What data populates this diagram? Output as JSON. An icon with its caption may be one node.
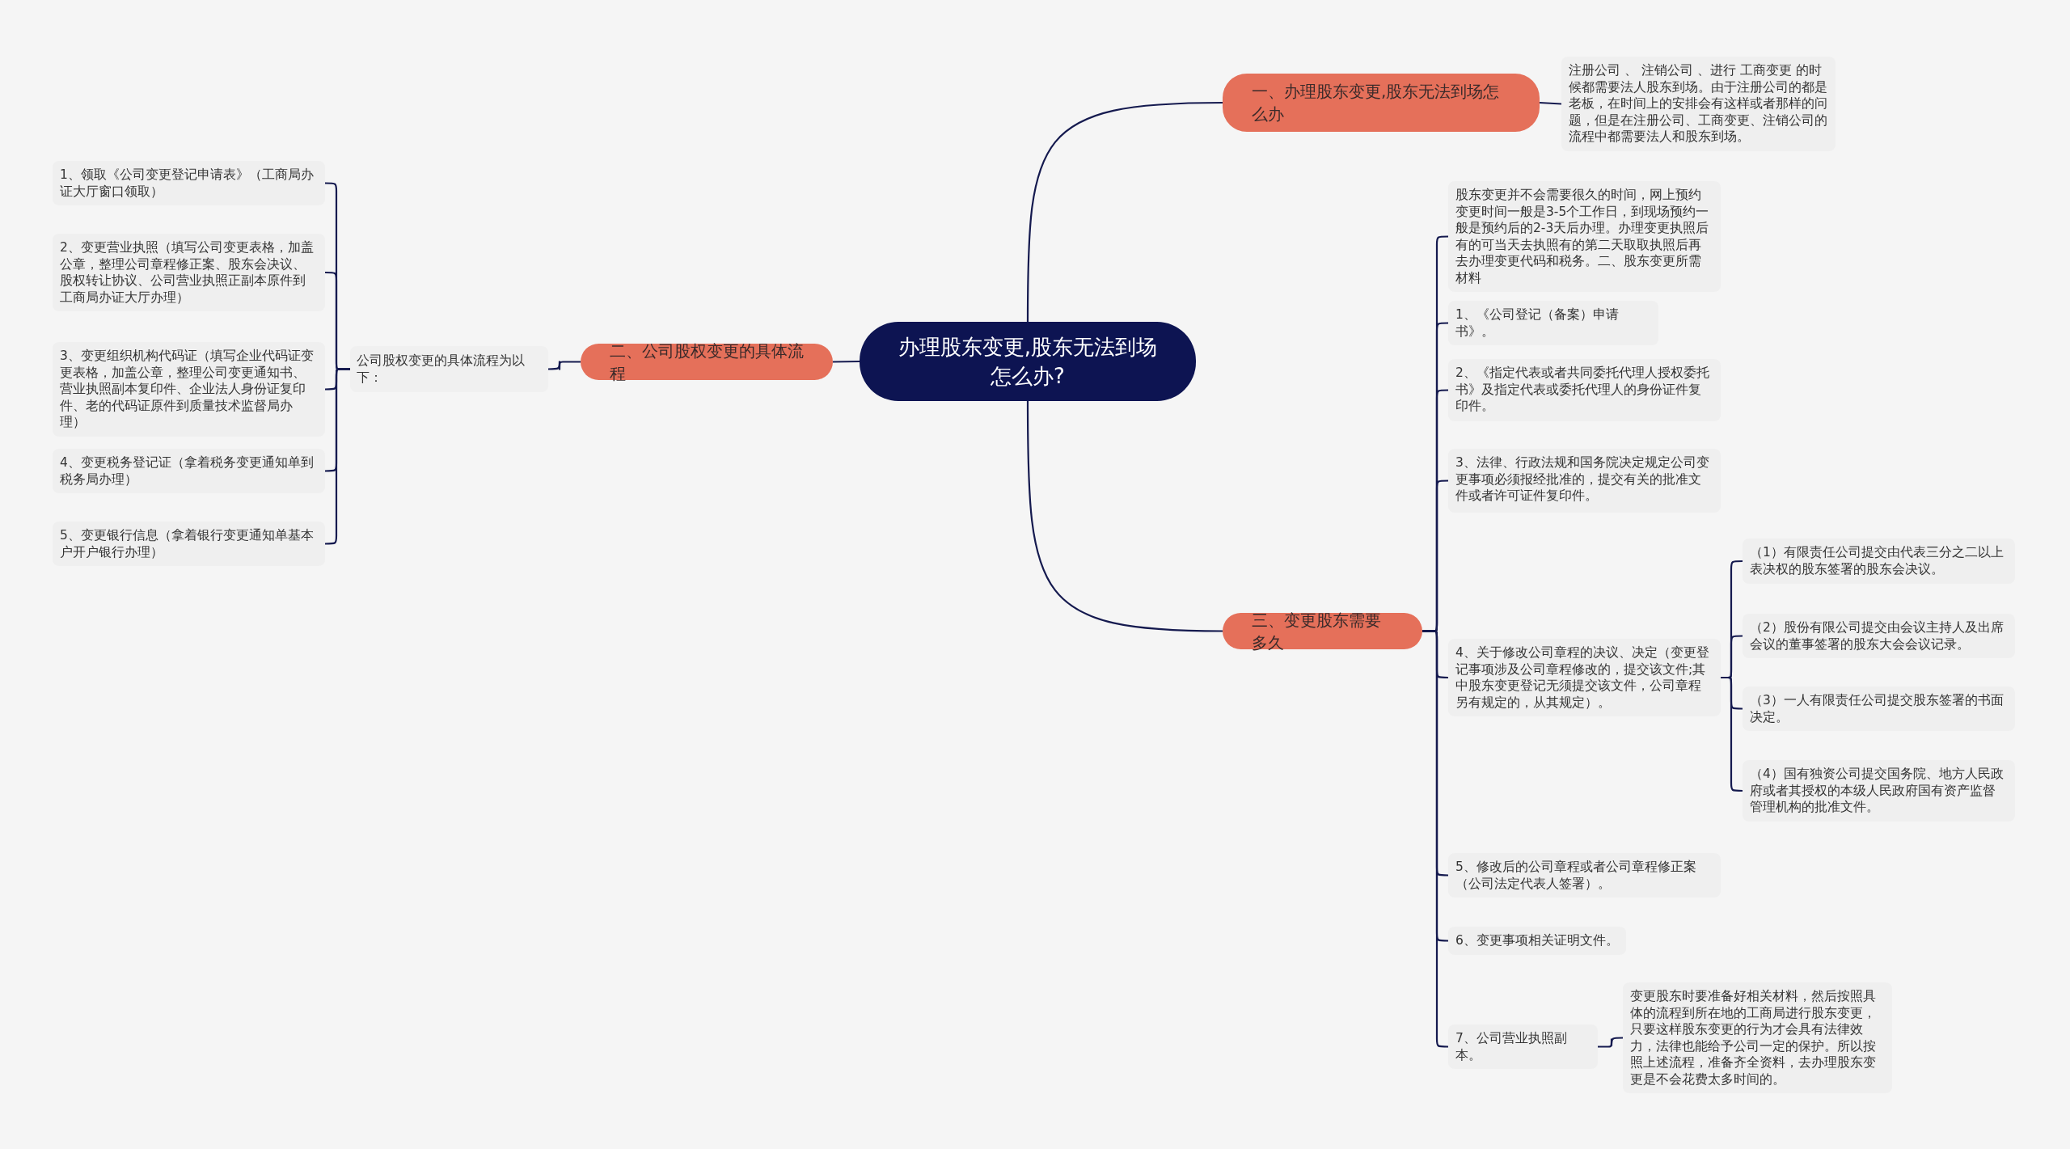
{
  "diagram": {
    "nodes": [
      {
        "text": [
          "办理股东变更,股东无法到场怎么办?"
        ]
      },
      {
        "text": [
          "一、办理股东变更,股东无法到场怎么办"
        ]
      },
      {
        "text": [
          "注册公司 、 注销公司 、进行 工商变更 的时候都需要法人股东到场。由于注册公司的都是老板，在时间上的安排会有这样或者那样的问题，但是在注册公司、工商变更、注销公司的流程中都需要法人和股东到场。"
        ]
      },
      {
        "text": [
          "三、变更股东需要多久"
        ]
      },
      {
        "text": [
          "股东变更并不会需要很久的时间，网上预约变更时间一般是3-5个工作日，到现场预约一般是预约后的2-3天后办理。办理变更执照后有的可当天去执照有的第二天取取执照后再去办理变更代码和税务。二、股东变更所需材料"
        ]
      },
      {
        "text": [
          "1、《公司登记（备案）申请书》。"
        ]
      },
      {
        "text": [
          "2、《指定代表或者共同委托代理人授权委托书》及指定代表或委托代理人的身份证件复印件。"
        ]
      },
      {
        "text": [
          "3、法律、行政法规和国务院决定规定公司变更事项必须报经批准的，提交有关的批准文件或者许可证件复印件。"
        ]
      },
      {
        "text": [
          "4、关于修改公司章程的决议、决定（变更登记事项涉及公司章程修改的，提交该文件;其中股东变更登记无须提交该文件，公司章程另有规定的，从其规定）。"
        ]
      },
      {
        "text": [
          "（1）有限责任公司提交由代表三分之二以上表决权的股东签署的股东会决议。"
        ]
      },
      {
        "text": [
          "（2）股份有限公司提交由会议主持人及出席会议的董事签署的股东大会会议记录。"
        ]
      },
      {
        "text": [
          "（3）一人有限责任公司提交股东签署的书面决定。"
        ]
      },
      {
        "text": [
          "（4）国有独资公司提交国务院、地方人民政府或者其授权的本级人民政府国有资产监督管理机构的批准文件。"
        ]
      },
      {
        "text": [
          "5、修改后的公司章程或者公司章程修正案（公司法定代表人签署）。"
        ]
      },
      {
        "text": [
          "6、变更事项相关证明文件。"
        ]
      },
      {
        "text": [
          "7、公司营业执照副本。"
        ]
      },
      {
        "text": [
          "变更股东时要准备好相关材料，然后按照具体的流程到所在地的工商局进行股东变更，只要这样股东变更的行为才会具有法律效力，法律也能给予公司一定的保护。所以按照上述流程，准备齐全资料，去办理股东变更是不会花费太多时间的。"
        ]
      },
      {
        "text": [
          "二、公司股权变更的具体流程"
        ]
      },
      {
        "text": [
          "公司股权变更的具体流程为以下："
        ]
      },
      {
        "text": [
          "1、领取《公司变更登记申请表》（工商局办证大厅窗口领取）"
        ]
      },
      {
        "text": [
          "2、变更营业执照（填写公司变更表格，加盖公章，整理公司章程修正案、股东会决议、股权转让协议、公司营业执照正副本原件到工商局办证大厅办理）"
        ]
      },
      {
        "text": [
          "3、变更组织机构代码证（填写企业代码证变更表格，加盖公章，整理公司变更通知书、营业执照副本复印件、企业法人身份证复印件、老的代码证原件到质量技术监督局办理）"
        ]
      },
      {
        "text": [
          "4、变更税务登记证（拿着税务变更通知单到税务局办理）"
        ]
      },
      {
        "text": [
          "5、变更银行信息（拿着银行变更通知单基本户开户银行办理）"
        ]
      }
    ],
    "edges": [
      {
        "from": 0,
        "to": 1,
        "arrow": "none"
      },
      {
        "from": 1,
        "to": 2,
        "arrow": "none"
      },
      {
        "from": 0,
        "to": 3,
        "arrow": "none"
      },
      {
        "from": 3,
        "to": 4,
        "arrow": "none"
      },
      {
        "from": 3,
        "to": 5,
        "arrow": "none"
      },
      {
        "from": 3,
        "to": 6,
        "arrow": "none"
      },
      {
        "from": 3,
        "to": 7,
        "arrow": "none"
      },
      {
        "from": 3,
        "to": 8,
        "arrow": "none"
      },
      {
        "from": 8,
        "to": 9,
        "arrow": "none"
      },
      {
        "from": 8,
        "to": 10,
        "arrow": "none"
      },
      {
        "from": 8,
        "to": 11,
        "arrow": "none"
      },
      {
        "from": 8,
        "to": 12,
        "arrow": "none"
      },
      {
        "from": 3,
        "to": 13,
        "arrow": "none"
      },
      {
        "from": 3,
        "to": 14,
        "arrow": "none"
      },
      {
        "from": 3,
        "to": 15,
        "arrow": "none"
      },
      {
        "from": 15,
        "to": 16,
        "arrow": "none"
      },
      {
        "from": 0,
        "to": 17,
        "arrow": "none"
      },
      {
        "from": 17,
        "to": 18,
        "arrow": "none"
      },
      {
        "from": 18,
        "to": 19,
        "arrow": "none"
      },
      {
        "from": 18,
        "to": 20,
        "arrow": "none"
      },
      {
        "from": 18,
        "to": 21,
        "arrow": "none"
      },
      {
        "from": 18,
        "to": 22,
        "arrow": "none"
      },
      {
        "from": 18,
        "to": 23,
        "arrow": "none"
      }
    ]
  }
}
